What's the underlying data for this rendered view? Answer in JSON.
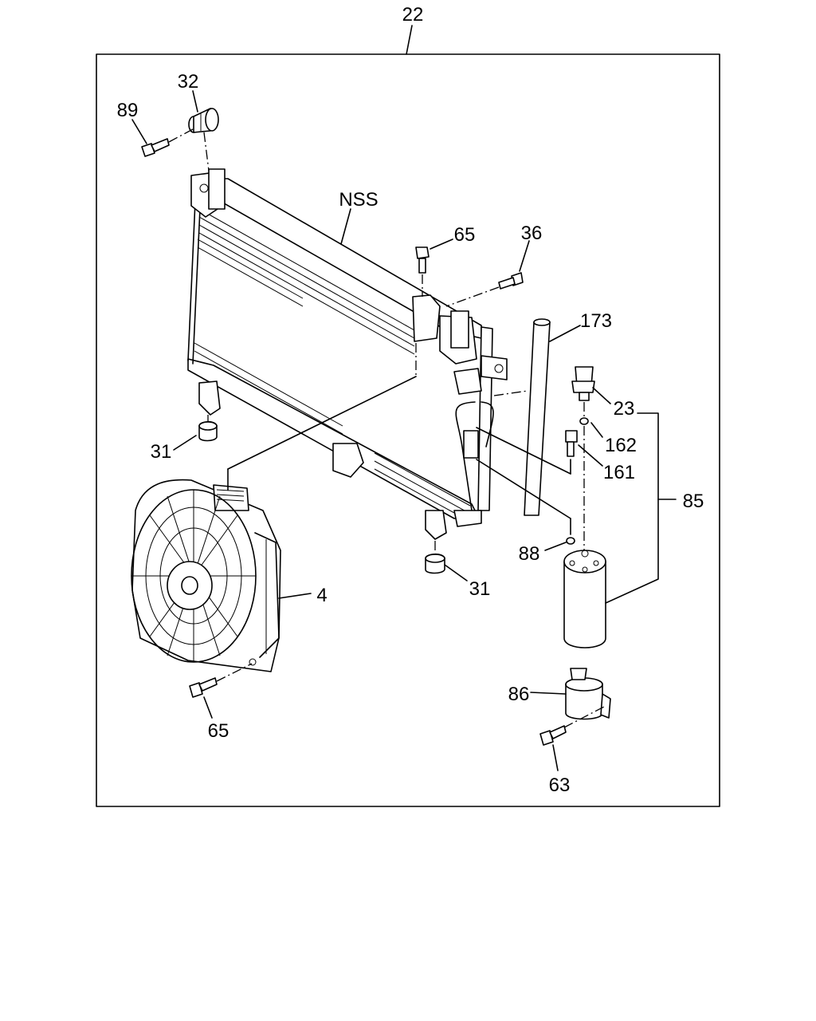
{
  "labels": {
    "top": "22",
    "l32": "32",
    "l89": "89",
    "nss": "NSS",
    "l65a": "65",
    "l36": "36",
    "l173": "173",
    "l23": "23",
    "l162": "162",
    "l161": "161",
    "l85": "85",
    "l31a": "31",
    "l31b": "31",
    "l88": "88",
    "l4": "4",
    "l86": "86",
    "l65b": "65",
    "l63": "63"
  }
}
